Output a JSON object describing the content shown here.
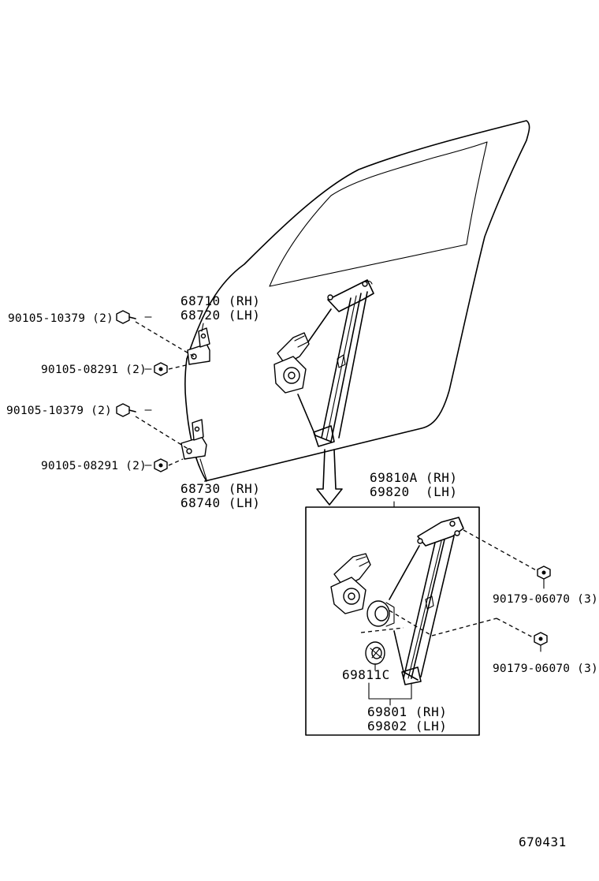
{
  "labels": {
    "bolt_upper_hinge_1": "90105-10379 (2)",
    "bolt_upper_hinge_2": "90105-08291 (2)",
    "bolt_lower_hinge_1": "90105-10379 (2)",
    "bolt_lower_hinge_2": "90105-08291 (2)",
    "upper_hinge_rh": "68710 (RH)",
    "upper_hinge_lh": "68720 (LH)",
    "lower_hinge_rh": "68730 (RH)",
    "lower_hinge_lh": "68740 (LH)",
    "regulator_rh": "69810A (RH)",
    "regulator_lh": "69820  (LH)",
    "nut_upper": "90179-06070 (3)",
    "nut_lower": "90179-06070 (3)",
    "clutch": "69811C",
    "regulator_sub_rh": "69801 (RH)",
    "regulator_sub_lh": "69802 (LH)",
    "illustration_number": "670431"
  },
  "icons": {
    "door": "door-panel-outline",
    "regulator": "window-regulator-icon",
    "motor": "power-window-motor-icon",
    "hinge": "door-hinge-icon",
    "bolt": "bolt-icon",
    "nut": "nut-icon",
    "arrow": "arrow-down-icon"
  }
}
